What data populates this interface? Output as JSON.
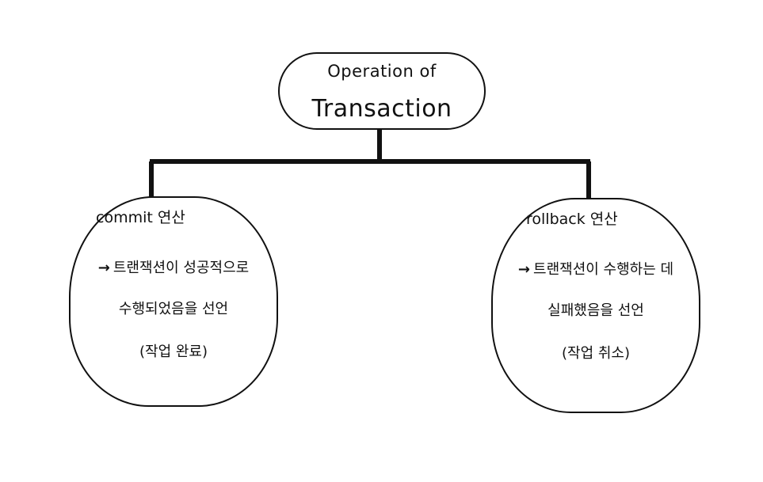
{
  "root": {
    "line1": "Operation of",
    "line2": "Transaction"
  },
  "commit": {
    "title": "commit 연산",
    "arrow": "→",
    "line1": "트랜잭션이 성공적으로",
    "line2": "수행되었음을 선언",
    "line3": "(작업 완료)"
  },
  "rollback": {
    "title": "rollback 연산",
    "arrow": "→",
    "line1": "트랜잭션이 수행하는 데",
    "line2": "실패했음을 선언",
    "line3": "(작업 취소)"
  }
}
